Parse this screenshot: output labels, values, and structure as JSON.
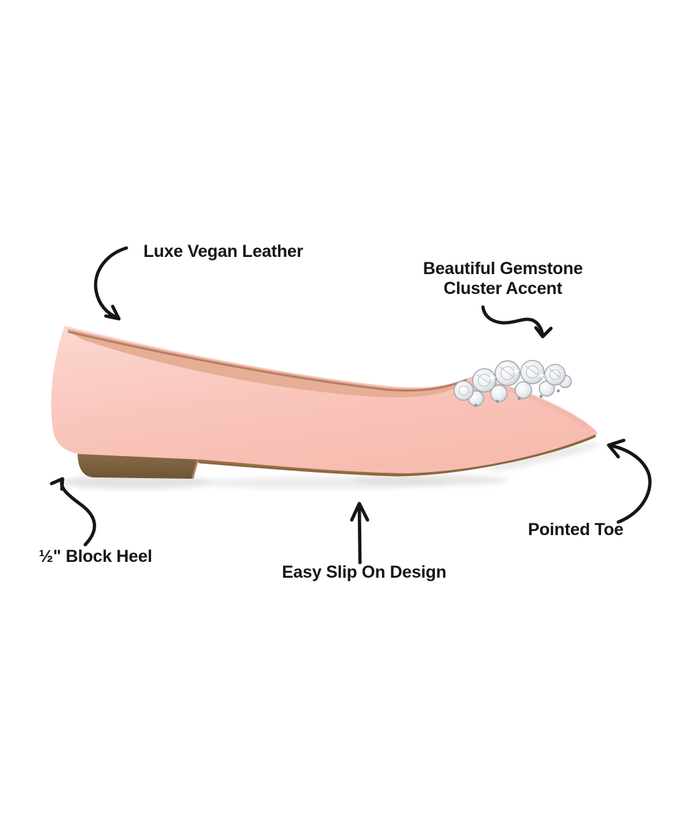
{
  "image": {
    "kind": "product-feature-callout",
    "subject": "pink pointed-toe ballet flat with gemstone cluster accent"
  },
  "colors": {
    "background": "#ffffff",
    "ink": "#161616",
    "shoe_pink": "#f9c5bb",
    "shoe_pink_light": "#fcd8d0",
    "insole": "#e5ae95",
    "insole_shadow": "#b07a5e",
    "sole_brown": "#9a7146",
    "heel_brown": "#7c6040",
    "gem_silver": "#d0d5da",
    "shadow_gray": "#d9d5d2"
  },
  "callouts": {
    "luxe": {
      "label": "Luxe Vegan Leather"
    },
    "gemstone": {
      "line1": "Beautiful Gemstone",
      "line2": "Cluster Accent"
    },
    "pointed_toe": {
      "label": "Pointed Toe"
    },
    "block_heel": {
      "label": "½\" Block Heel"
    },
    "slip_on": {
      "label": "Easy Slip On Design"
    }
  }
}
